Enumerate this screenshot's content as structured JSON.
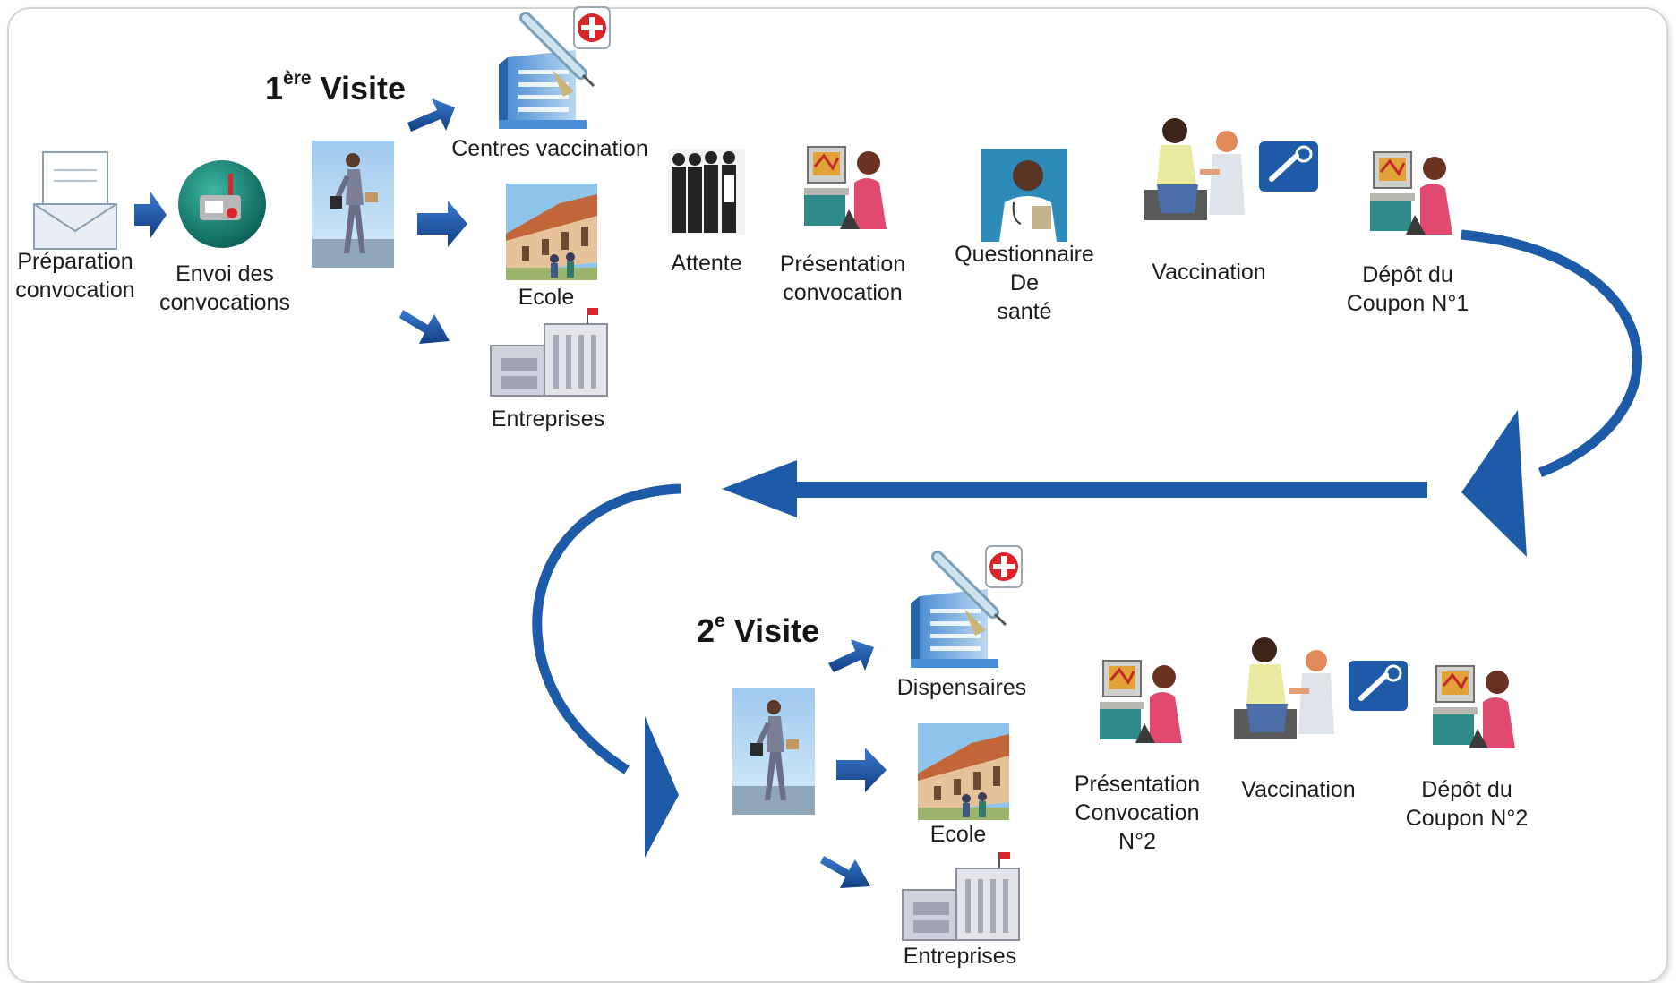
{
  "visit1": {
    "num": "1",
    "sup": "ère",
    "word": "Visite"
  },
  "visit2": {
    "num": "2",
    "sup": "e",
    "word": "Visite"
  },
  "steps1": {
    "preparation": "Préparation\nconvocation",
    "envoi": "Envoi des\nconvocations",
    "centres": "Centres vaccination",
    "ecole": "Ecole",
    "entreprises": "Entreprises",
    "attente": "Attente",
    "presentation": "Présentation\nconvocation",
    "questionnaire": "Questionnaire\nDe\nsanté",
    "vaccination": "Vaccination",
    "depot": "Dépôt du\nCoupon N°1"
  },
  "steps2": {
    "dispensaires": "Dispensaires",
    "ecole": "Ecole",
    "entreprises": "Entreprises",
    "presentation": "Présentation\nConvocation\nN°2",
    "vaccination": "Vaccination",
    "depot": "Dépôt du\nCoupon N°2"
  },
  "colors": {
    "arrow": "#1d5aa8",
    "arrow_dark": "#113d7a",
    "frame": "#d4d4d4"
  }
}
